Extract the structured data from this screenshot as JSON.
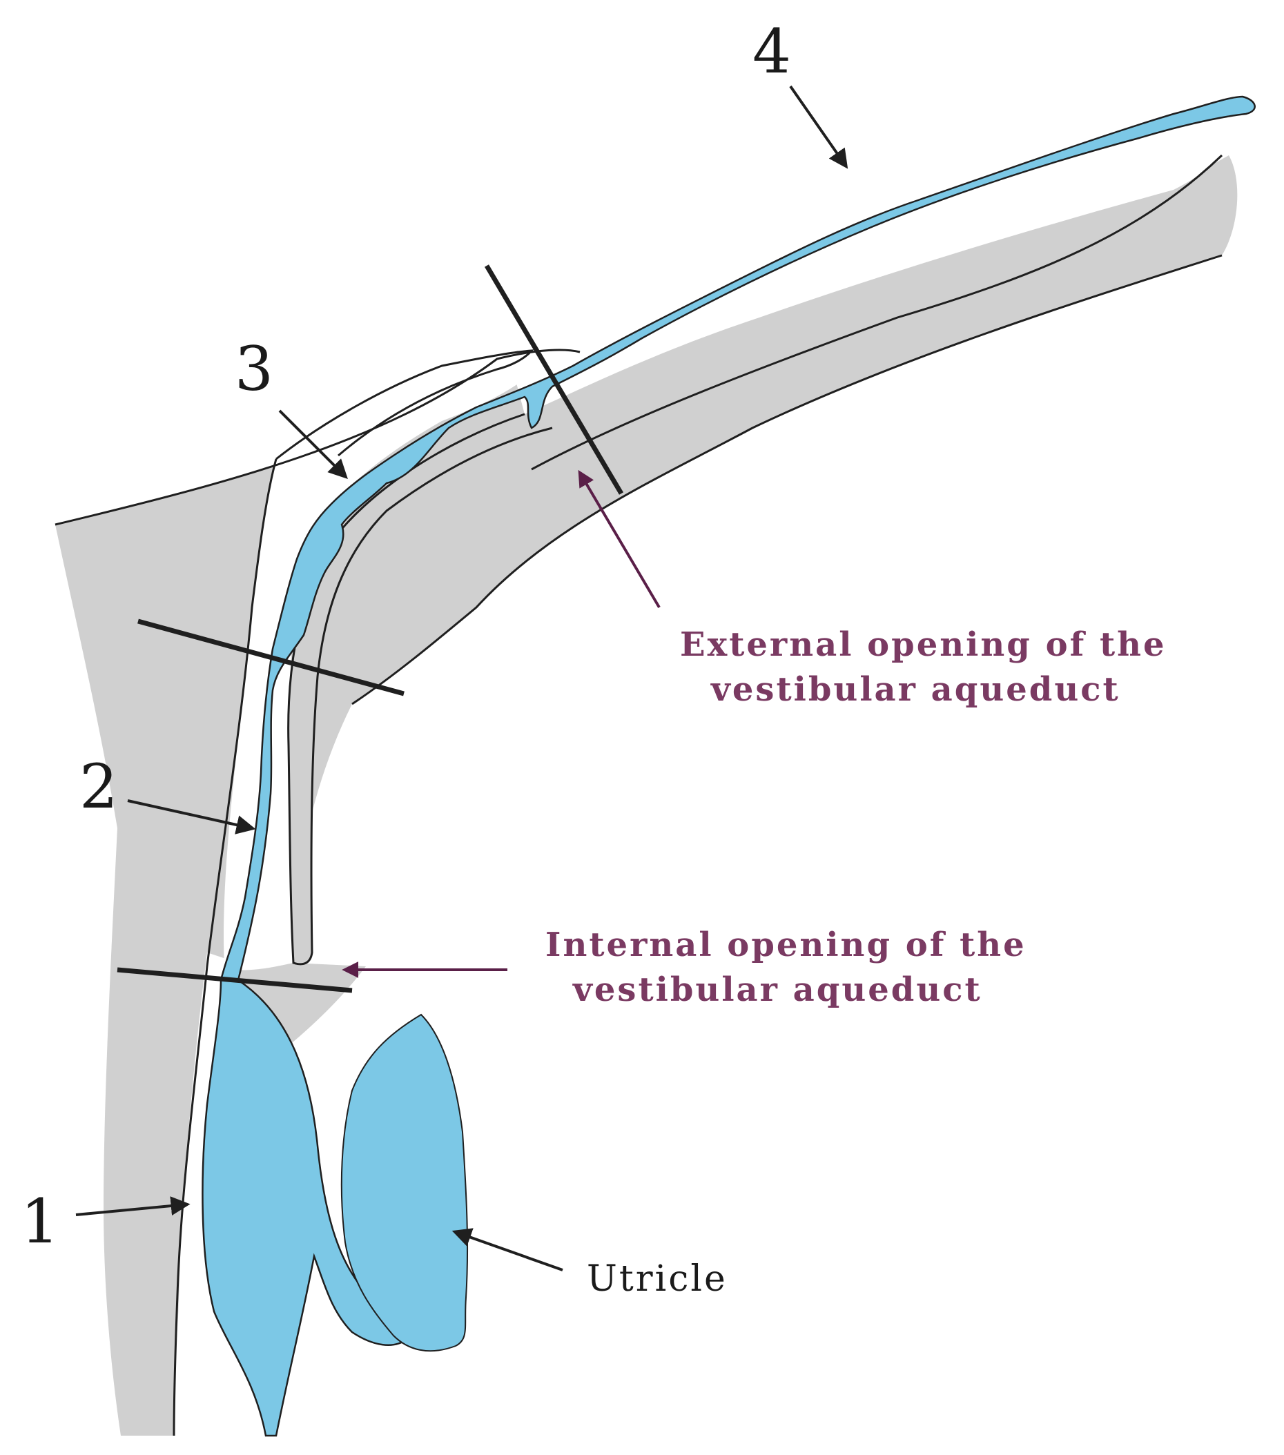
{
  "labels": {
    "marker_1": "1",
    "marker_2": "2",
    "marker_3": "3",
    "marker_4": "4",
    "external_opening_line1": "External opening of the",
    "external_opening_line2": "vestibular aqueduct",
    "internal_opening_line1": "Internal opening of the",
    "internal_opening_line2": "vestibular aqueduct",
    "utricle": "Utricle"
  },
  "colors": {
    "bone": "#d0d0d0",
    "fluid": "#7cc8e6",
    "outline": "#1f1f1f",
    "annotation_purple": "#7a3a62",
    "background": "#ffffff"
  }
}
